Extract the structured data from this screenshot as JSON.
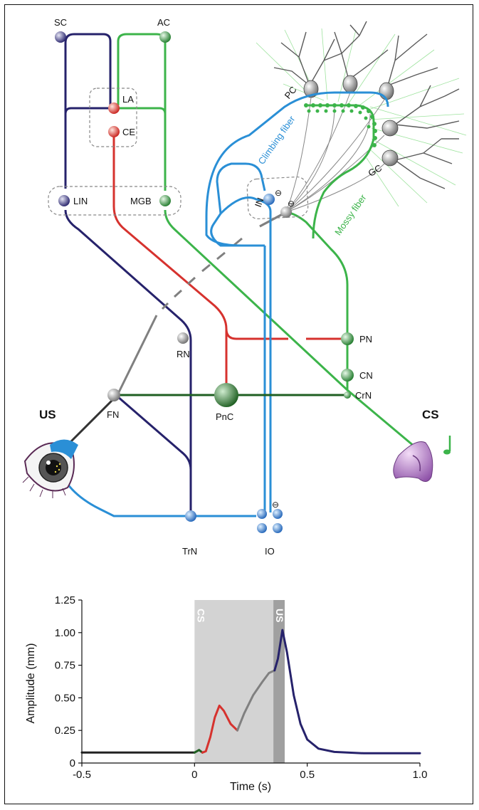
{
  "diagram": {
    "nodes": {
      "sc": "SC",
      "ac": "AC",
      "la": "LA",
      "ce": "CE",
      "lin": "LIN",
      "mgb": "MGB",
      "pc": "PC",
      "gc": "GC",
      "in": "IN",
      "pn": "PN",
      "cn": "CN",
      "crn": "CrN",
      "rn": "RN",
      "fn": "FN",
      "pnc": "PnC",
      "trn": "TrN",
      "io": "IO"
    },
    "fibers": {
      "climbing": "Climbing fiber",
      "mossy": "Mossy fiber"
    },
    "stimuli": {
      "us": "US",
      "cs": "CS"
    },
    "inhibitory_symbol": "⊖",
    "colors": {
      "navy": "#26226b",
      "green": "#3cb44a",
      "red": "#d6322e",
      "gray": "#808080",
      "blue": "#2a8fd6",
      "darkgreen": "#1f5f22",
      "black": "#333333",
      "purple": "#8e52a8"
    },
    "icons": [
      "eye-icon",
      "ear-icon",
      "music-note-icon"
    ]
  },
  "chart_data": {
    "type": "line",
    "xlabel": "Time (s)",
    "ylabel": "Amplitude (mm)",
    "xlim": [
      -0.5,
      1.0
    ],
    "ylim": [
      0,
      1.25
    ],
    "x_ticks": [
      "-0.5",
      "0",
      "0.5",
      "1.0"
    ],
    "y_ticks": [
      "0",
      "0.25",
      "0.50",
      "0.75",
      "1.00",
      "1.25"
    ],
    "shaded_regions": [
      {
        "label": "CS",
        "x": [
          0,
          0.4
        ],
        "color": "#d3d3d3"
      },
      {
        "label": "US",
        "x": [
          0.35,
          0.4
        ],
        "color": "#a0a0a0"
      }
    ],
    "series": [
      {
        "color": "#222222",
        "points": [
          [
            -0.5,
            0.08
          ],
          [
            0.0,
            0.08
          ]
        ]
      },
      {
        "color": "#1f5f22",
        "points": [
          [
            0.0,
            0.08
          ],
          [
            0.02,
            0.1
          ],
          [
            0.035,
            0.08
          ]
        ]
      },
      {
        "color": "#d6322e",
        "points": [
          [
            0.035,
            0.08
          ],
          [
            0.05,
            0.09
          ],
          [
            0.07,
            0.2
          ],
          [
            0.09,
            0.35
          ],
          [
            0.11,
            0.44
          ],
          [
            0.13,
            0.4
          ],
          [
            0.16,
            0.3
          ],
          [
            0.19,
            0.25
          ]
        ]
      },
      {
        "color": "#808080",
        "points": [
          [
            0.19,
            0.25
          ],
          [
            0.22,
            0.38
          ],
          [
            0.26,
            0.52
          ],
          [
            0.3,
            0.62
          ],
          [
            0.33,
            0.69
          ],
          [
            0.355,
            0.71
          ]
        ]
      },
      {
        "color": "#26226b",
        "points": [
          [
            0.355,
            0.71
          ],
          [
            0.37,
            0.8
          ],
          [
            0.39,
            1.02
          ],
          [
            0.41,
            0.85
          ],
          [
            0.44,
            0.52
          ],
          [
            0.47,
            0.3
          ],
          [
            0.5,
            0.18
          ],
          [
            0.55,
            0.11
          ],
          [
            0.62,
            0.085
          ],
          [
            0.75,
            0.075
          ],
          [
            1.0,
            0.075
          ]
        ]
      }
    ]
  }
}
